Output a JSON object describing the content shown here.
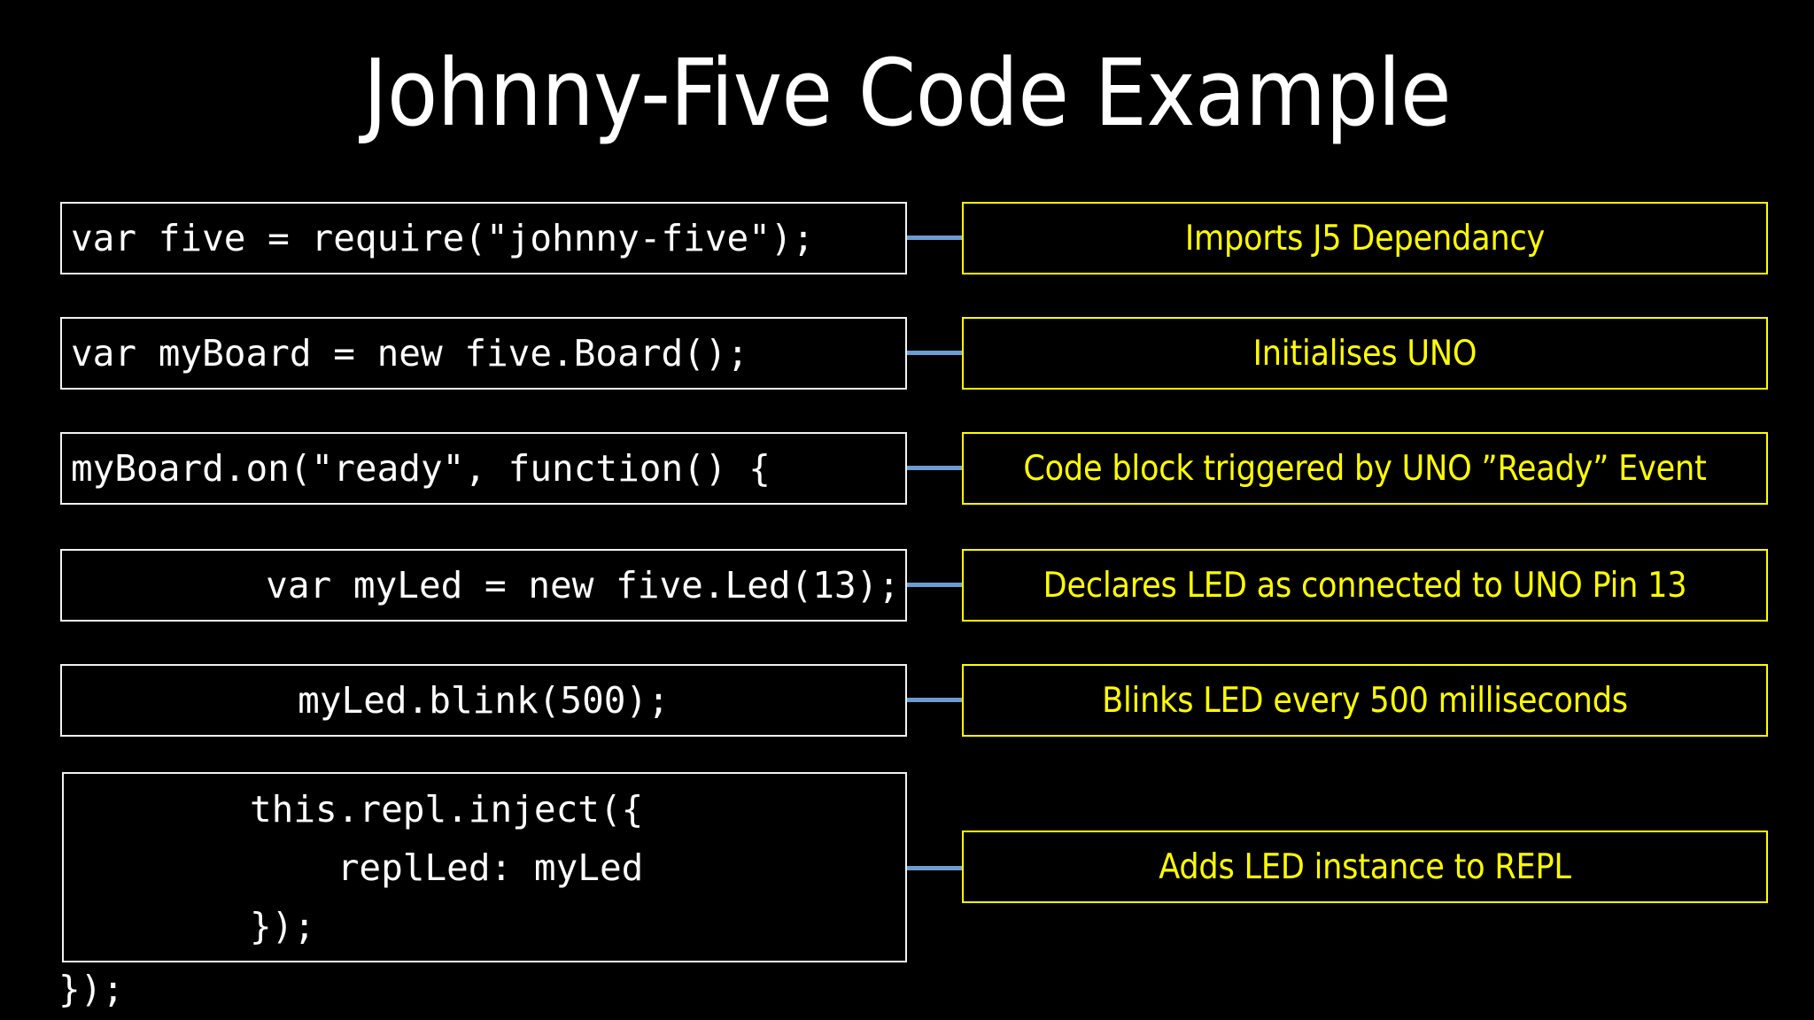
{
  "slide": {
    "title": "Johnny-Five Code Example",
    "background_color": "#000000",
    "code_text_color": "#FFFFFF",
    "code_border_color": "#F2F2F2",
    "note_color": "#FFFF00",
    "connector_color": "#6E9BD2"
  },
  "code_blocks": [
    {
      "id": "require",
      "lines": [
        "var five = require(\"johnny-five\");"
      ],
      "align": "left"
    },
    {
      "id": "board",
      "lines": [
        "var myBoard = new five.Board();"
      ],
      "align": "left"
    },
    {
      "id": "on-ready",
      "lines": [
        "myBoard.on(\"ready\", function() {"
      ],
      "align": "left"
    },
    {
      "id": "led",
      "lines": [
        "var myLed = new five.Led(13);"
      ],
      "align": "right"
    },
    {
      "id": "blink",
      "lines": [
        "myLed.blink(500);"
      ],
      "align": "center"
    },
    {
      "id": "repl",
      "lines": [
        "this.repl.inject({",
        "    replLed: myLed",
        "});"
      ],
      "align": "custom"
    }
  ],
  "code_tail": "});",
  "notes": [
    {
      "id": "note-require",
      "text": "Imports J5 Dependancy"
    },
    {
      "id": "note-board",
      "text": "Initialises UNO"
    },
    {
      "id": "note-on-ready",
      "text": "Code block triggered by UNO ”Ready” Event"
    },
    {
      "id": "note-led",
      "text": "Declares LED as connected to UNO Pin 13"
    },
    {
      "id": "note-blink",
      "text": "Blinks LED every 500 milliseconds"
    },
    {
      "id": "note-repl",
      "text": "Adds LED instance to REPL"
    }
  ]
}
